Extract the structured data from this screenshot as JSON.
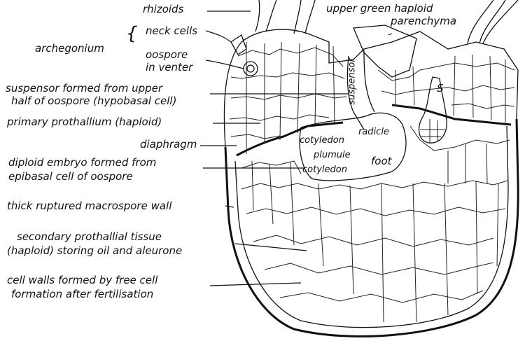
{
  "labels": {
    "rhizoids": "rhizoids",
    "archegonium": "archegonium",
    "neck_cells": "neck cells",
    "oospore_in_venter_1": "oospore",
    "oospore_in_venter_2": "in venter",
    "suspensor_1": "suspensor formed from upper",
    "suspensor_2": "half of oospore (hypobasal cell)",
    "primary_prothallium": "primary prothallium (haploid)",
    "diaphragm": "diaphragm",
    "diploid_embryo_1": "diploid embryo formed from",
    "diploid_embryo_2": "epibasal cell of oospore",
    "macrospore_wall": "thick ruptured macrospore wall",
    "secondary_1": "secondary prothallial tissue",
    "secondary_2": "(haploid) storing oil and aleurone",
    "cell_walls_1": "cell walls formed by free cell",
    "cell_walls_2": "formation after fertilisation",
    "upper_green_1": "upper green haploid",
    "upper_green_2": "parenchyma",
    "suspensor_vertical": "suspensor",
    "s_mark": "S",
    "radicle": "radicle",
    "cotyledon_upper": "cotyledon",
    "plumule": "plumule",
    "cotyledon_lower": "cotyledon",
    "foot": "foot"
  }
}
